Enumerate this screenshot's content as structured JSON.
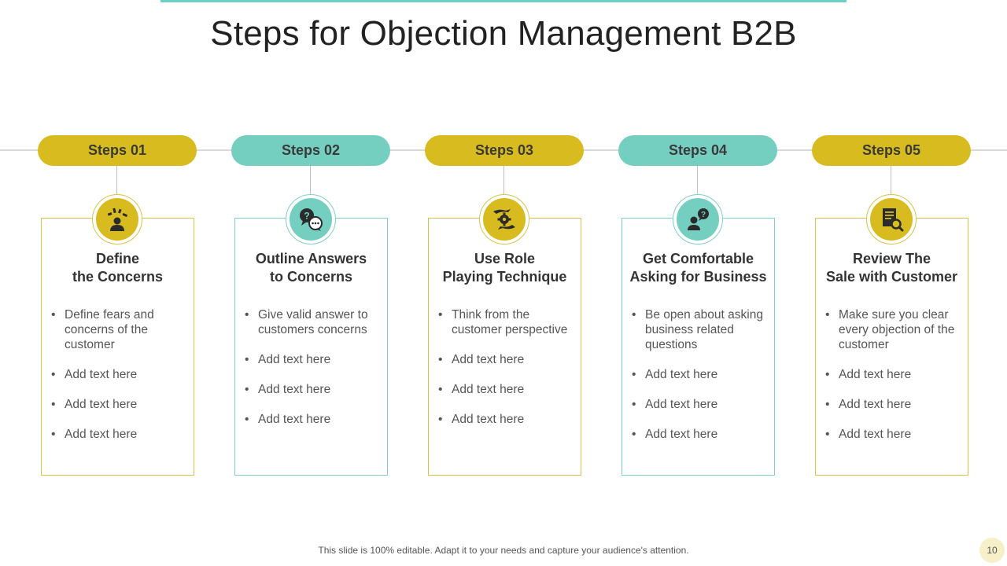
{
  "title": "Steps for Objection Management B2B",
  "colors": {
    "gold": "#d8bb1f",
    "teal": "#74cfc0",
    "gold_border": "#d8c24a",
    "teal_border": "#7fcfc5"
  },
  "steps": [
    {
      "pill": "Steps 01",
      "theme": "gold",
      "icon": "concerned-person-icon",
      "title_lines": [
        "Define",
        "the Concerns"
      ],
      "bullets": [
        "Define fears and concerns of the customer",
        "Add text here",
        "Add text here",
        "Add text here"
      ]
    },
    {
      "pill": "Steps 02",
      "theme": "teal",
      "icon": "chat-question-icon",
      "title_lines": [
        "Outline Answers",
        "to Concerns"
      ],
      "bullets": [
        "Give valid answer to customers concerns",
        "Add text here",
        "Add text here",
        "Add text here"
      ]
    },
    {
      "pill": "Steps 03",
      "theme": "gold",
      "icon": "hands-gear-icon",
      "title_lines": [
        "Use Role",
        "Playing Technique"
      ],
      "bullets": [
        "Think from the customer perspective",
        "Add text here",
        "Add text here",
        "Add text here"
      ]
    },
    {
      "pill": "Steps 04",
      "theme": "teal",
      "icon": "person-question-icon",
      "title_lines": [
        "Get Comfortable",
        "Asking for Business"
      ],
      "bullets": [
        "Be open about asking business related questions",
        "Add text here",
        "Add text here",
        "Add text here"
      ]
    },
    {
      "pill": "Steps 05",
      "theme": "gold",
      "icon": "document-magnifier-icon",
      "title_lines": [
        "Review The",
        "Sale with Customer"
      ],
      "bullets": [
        "Make sure you clear every objection of  the customer",
        "Add text here",
        "Add text here",
        "Add text here"
      ]
    }
  ],
  "footer": "This slide is 100% editable. Adapt it to your needs and capture your audience's attention.",
  "page_number": "10"
}
